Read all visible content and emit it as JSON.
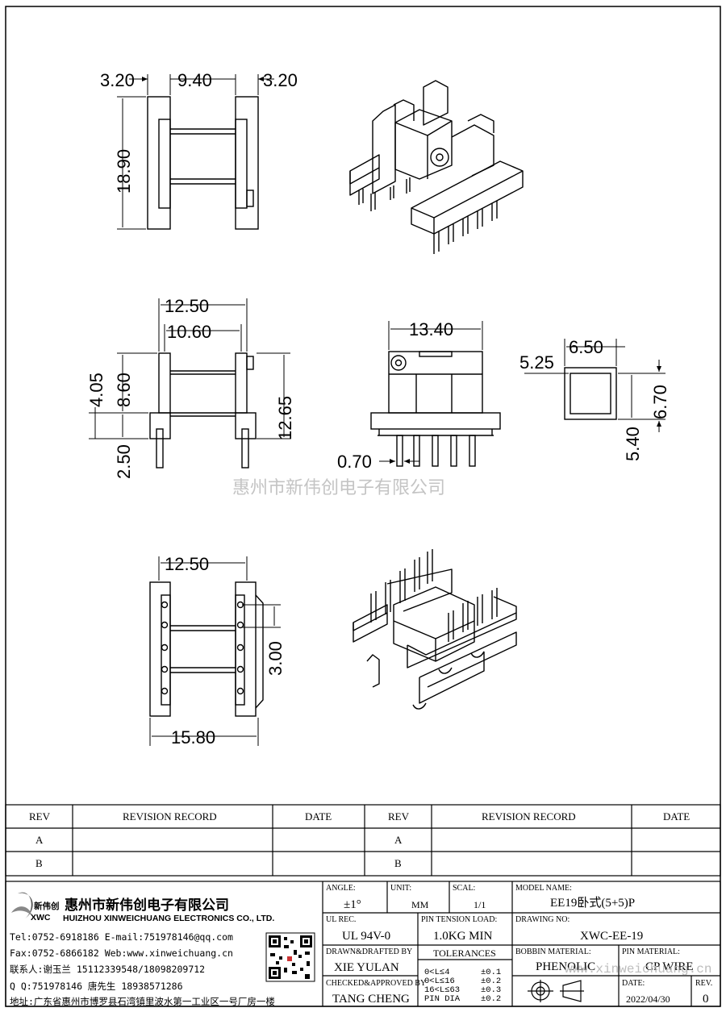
{
  "dimensions": {
    "top_view": {
      "left": "3.20",
      "middle": "9.40",
      "right": "3.20",
      "height": "18.90"
    },
    "front_view": {
      "width_outer": "12.50",
      "width_inner": "10.60",
      "h1": "4.05",
      "h2": "8.60",
      "h3": "2.50",
      "total_height": "12.65"
    },
    "side_view": {
      "width": "13.40",
      "pin": "0.70"
    },
    "core_window": {
      "w": "6.50",
      "offset": "5.25",
      "h": "6.70",
      "depth": "5.40"
    },
    "bottom_view": {
      "top_width": "12.50",
      "pitch": "3.00",
      "bottom_width": "15.80"
    }
  },
  "watermark": {
    "cn": "惠州市新伟创电子有限公司",
    "url": "www.xinweichuang.cn"
  },
  "revision": {
    "headers": [
      "REV",
      "REVISION RECORD",
      "DATE",
      "REV",
      "REVISION RECORD",
      "DATE"
    ],
    "rows_left": [
      "A",
      "B"
    ],
    "rows_right": [
      "A",
      "B"
    ]
  },
  "company": {
    "logo_mark": "新伟创",
    "logo_text": "XWC",
    "name_cn": "惠州市新伟创电子有限公司",
    "name_en": "HUIZHOU XINWEICHUANG ELECTRONICS CO., LTD.",
    "tel": "Tel:0752-6918186 E-mail:751978146@qq.com",
    "fax": "Fax:0752-6866182 Web:www.xinweichuang.cn",
    "contact": "联系人:谢玉兰 15112339548/18098209712",
    "qq": "Q Q:751978146   唐先生 18938571286",
    "address": "地址:广东省惠州市博罗县石湾镇里波水第一工业区一号厂房一楼"
  },
  "title_block": {
    "angle_label": "ANGLE:",
    "angle_value": "±1°",
    "unit_label": "UNIT:",
    "unit_value": "MM",
    "scale_label": "SCAL:",
    "scale_value": "1/1",
    "model_label": "MODEL NAME:",
    "model_value": "EE19卧式(5+5)P",
    "ul_label": "UL REC.",
    "ul_value": "UL 94V-0",
    "pin_tension_label": "PIN TENSION LOAD:",
    "pin_tension_value": "1.0KG MIN",
    "drawing_no_label": "DRAWING NO:",
    "drawing_no_value": "XWC-EE-19",
    "drawn_label": "DRAWN&DRAFTED BY",
    "drawn_value": "XIE YULAN",
    "tolerances_label": "TOLERANCES",
    "tol_rows": [
      {
        "range": "0<L≤4",
        "value": "±0.1"
      },
      {
        "range": "0<L≤16",
        "value": "±0.2"
      },
      {
        "range": "16<L≤63",
        "value": "±0.3"
      },
      {
        "range": "PIN DIA",
        "value": "±0.2"
      }
    ],
    "bobbin_label": "BOBBIN MATERIAL:",
    "bobbin_value": "PHENOLIC",
    "pin_material_label": "PIN MATERIAL:",
    "pin_material_value": "CP WIRE",
    "checked_label": "CHECKED&APPROVED BY",
    "checked_value": "TANG CHENG",
    "date_label": "DATE:",
    "date_value": "2022/04/30",
    "rev_label": "REV.",
    "rev_value": "0"
  }
}
